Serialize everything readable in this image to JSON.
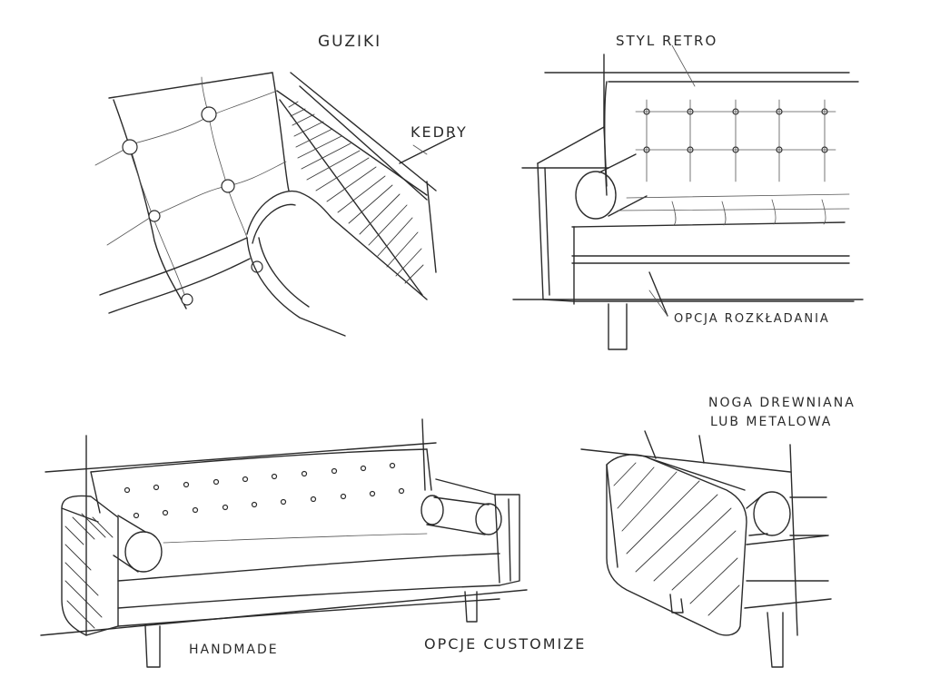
{
  "labels": {
    "guziki": "GUZIKI",
    "kedry": "KEDRY",
    "styl_retro": "STYL RETRO",
    "opcja_rozkladania": "OPCJA ROZKŁADANIA",
    "noga_line1": "NOGA DREWNIANA",
    "noga_line2": "LUB METALOWA",
    "handmade": "HANDMADE",
    "opcje_customize": "OPCJE CUSTOMIZE"
  }
}
